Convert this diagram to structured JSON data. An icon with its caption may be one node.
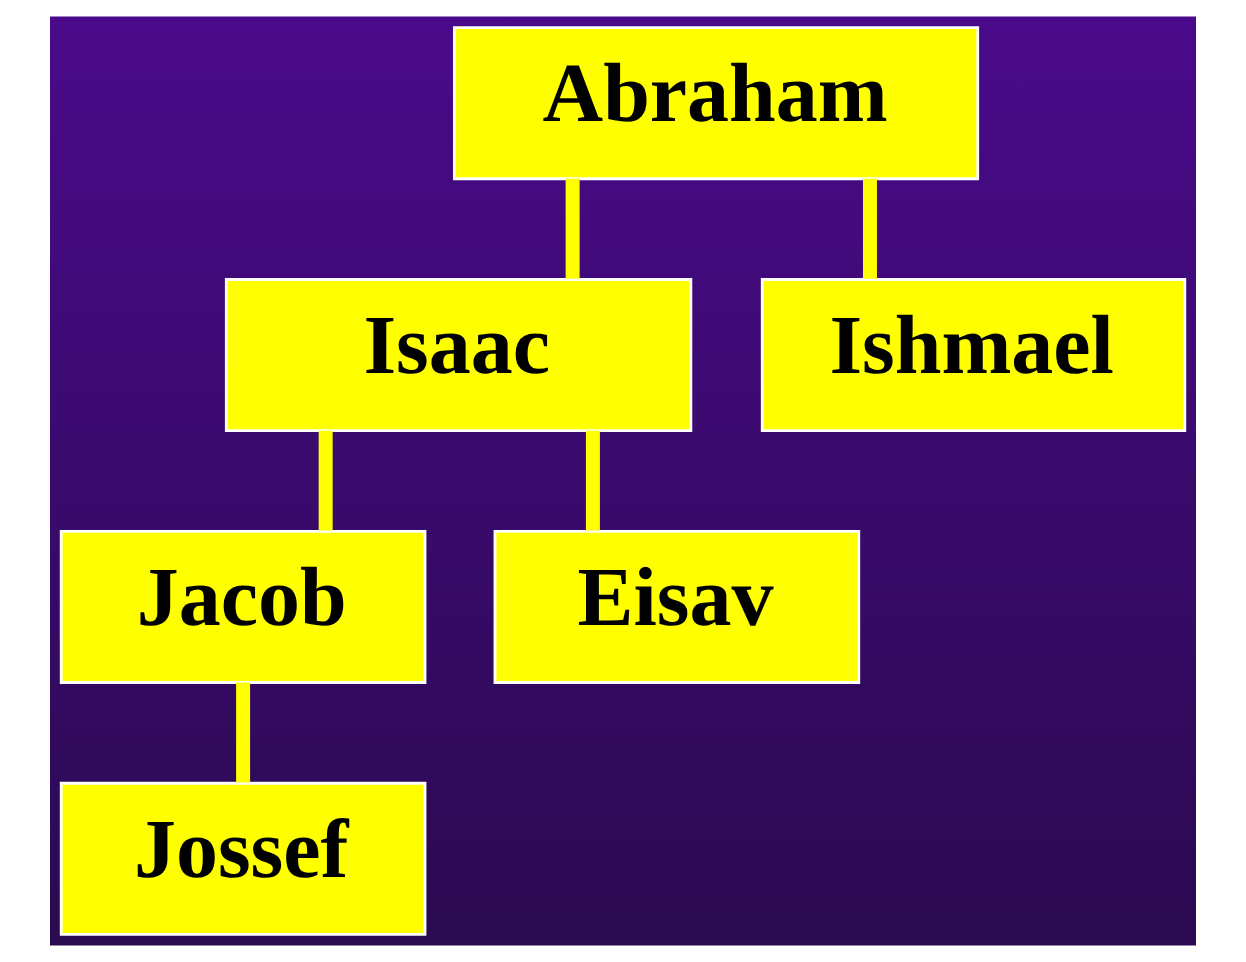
{
  "diagram": {
    "nodes": [
      {
        "text": [
          "Abraham"
        ]
      },
      {
        "text": [
          "Isaac"
        ]
      },
      {
        "text": [
          "Ishmael"
        ]
      },
      {
        "text": [
          "Jacob"
        ]
      },
      {
        "text": [
          "Eisav"
        ]
      },
      {
        "text": [
          "Jossef"
        ]
      }
    ],
    "edges": [
      {
        "from": 0,
        "to": 1,
        "arrow": "none"
      },
      {
        "from": 0,
        "to": 2,
        "arrow": "none"
      },
      {
        "from": 1,
        "to": 3,
        "arrow": "none"
      },
      {
        "from": 1,
        "to": 4,
        "arrow": "none"
      },
      {
        "from": 3,
        "to": 5,
        "arrow": "none"
      }
    ]
  }
}
